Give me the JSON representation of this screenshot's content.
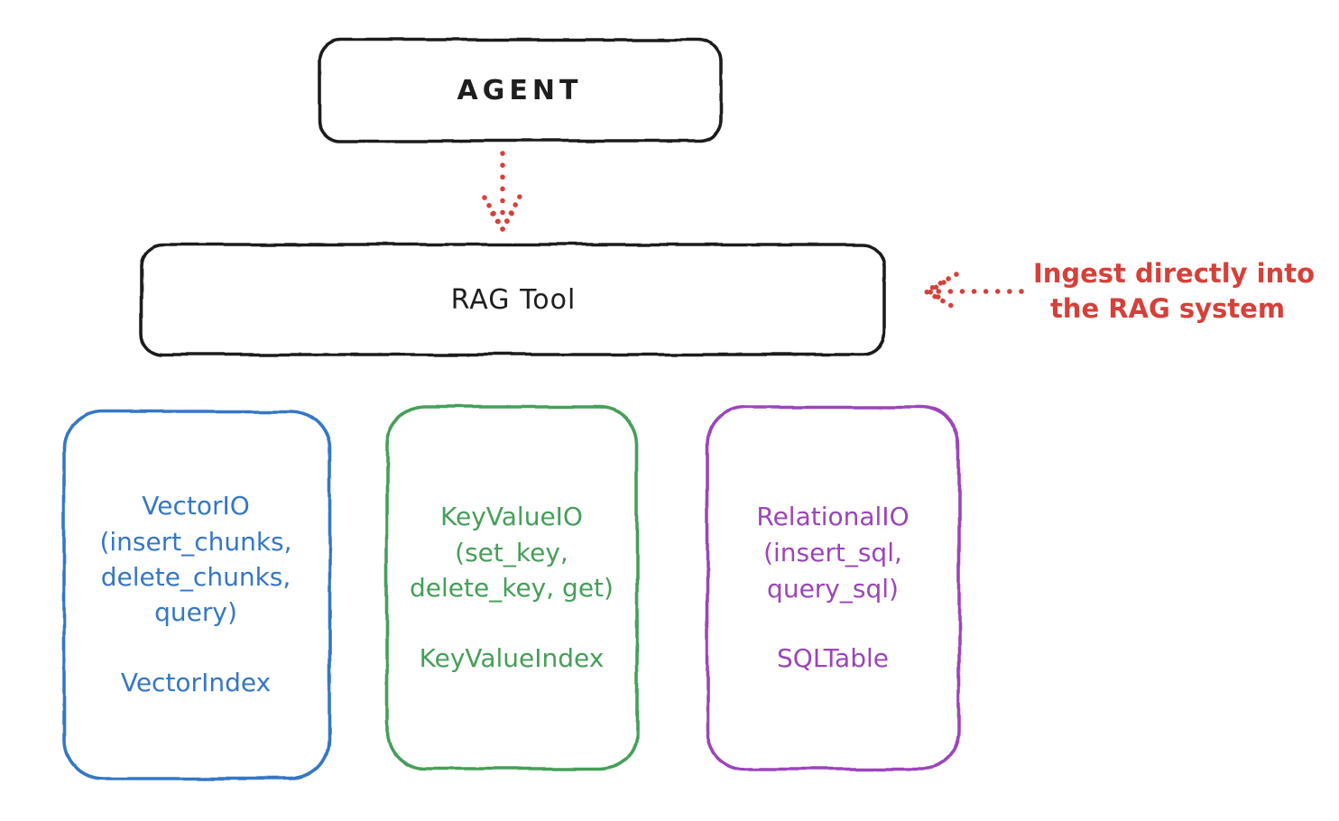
{
  "diagram": {
    "background": "#ffffff",
    "colors": {
      "stroke_black": "#1e1e1e",
      "red": "#d6403a",
      "blue": "#3577c5",
      "green": "#459f58",
      "purple": "#9c44ba"
    },
    "agent_box": {
      "label": "AGENT"
    },
    "rag_tool_box": {
      "label": "RAG Tool"
    },
    "annotation": {
      "line1": "Ingest directly into",
      "line2": "the RAG system",
      "color": "#d6403a"
    },
    "arrows": {
      "agent_to_rag": "dotted-red-arrow-down",
      "annotation_to_rag": "dotted-red-arrow-left"
    },
    "storage_boxes": [
      {
        "id": "vector-io",
        "color": "#3577c5",
        "lines": [
          "VectorIO",
          "(insert_chunks,",
          "delete_chunks,",
          "query)"
        ],
        "footer": "VectorIndex"
      },
      {
        "id": "keyvalue-io",
        "color": "#459f58",
        "lines": [
          "KeyValueIO",
          "(set_key,",
          "delete_key, get)"
        ],
        "footer": "KeyValueIndex"
      },
      {
        "id": "relational-io",
        "color": "#9c44ba",
        "lines": [
          "RelationalIO",
          "(insert_sql,",
          "query_sql)"
        ],
        "footer": "SQLTable"
      }
    ]
  }
}
